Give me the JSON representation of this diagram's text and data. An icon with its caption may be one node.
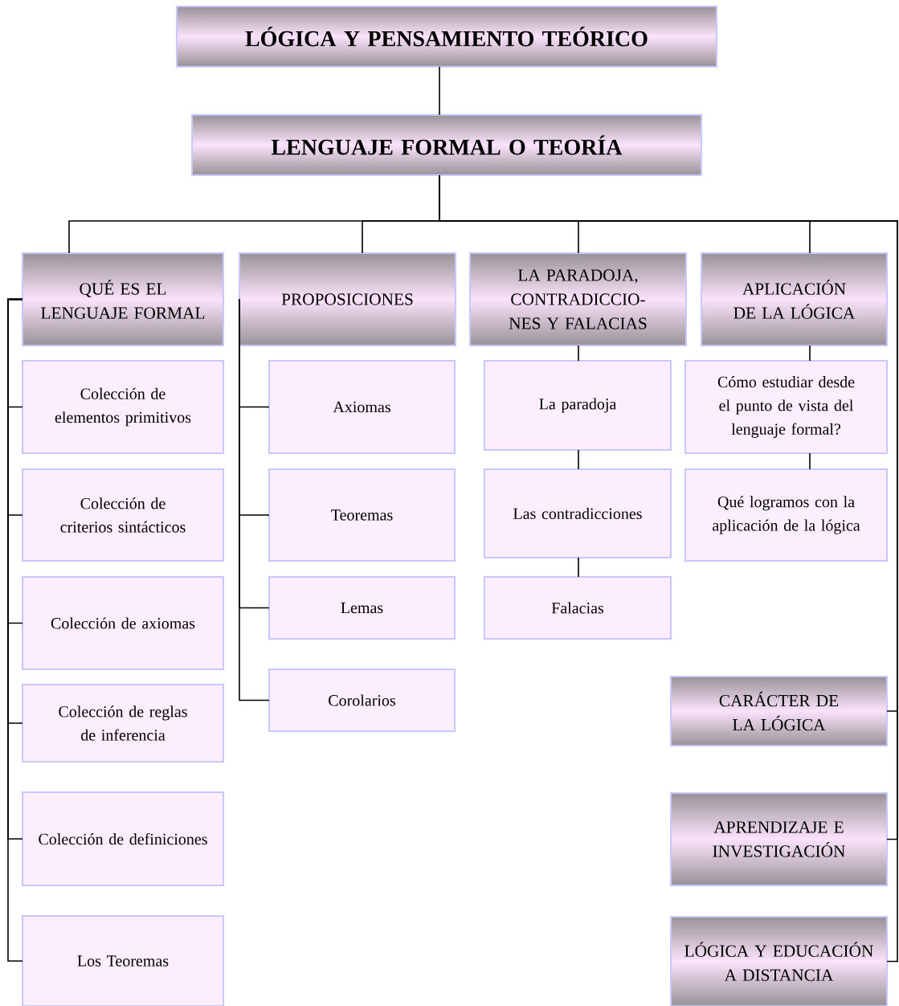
{
  "diagram": {
    "nodes": [
      {
        "text": [
          "LÓGICA Y PENSAMIENTO TEÓRICO"
        ]
      },
      {
        "text": [
          "LENGUAJE FORMAL O TEORÍA"
        ]
      },
      {
        "text": [
          "QUÉ ES EL LENGUAJE FORMAL"
        ]
      },
      {
        "text": [
          "PROPOSICIONES"
        ]
      },
      {
        "text": [
          "LA PARADOJA, CONTRADICCIO- NES Y FALACIAS"
        ]
      },
      {
        "text": [
          "APLICACIÓN DE LA LÓGICA"
        ]
      },
      {
        "text": [
          "Colección de elementos primitivos"
        ]
      },
      {
        "text": [
          "Colección de criterios sintácticos"
        ]
      },
      {
        "text": [
          "Colección de axiomas"
        ]
      },
      {
        "text": [
          "Colección de reglas de inferencia"
        ]
      },
      {
        "text": [
          "Colección de definiciones"
        ]
      },
      {
        "text": [
          "Los Teoremas"
        ]
      },
      {
        "text": [
          "Axiomas"
        ]
      },
      {
        "text": [
          "Teoremas"
        ]
      },
      {
        "text": [
          "Lemas"
        ]
      },
      {
        "text": [
          "Corolarios"
        ]
      },
      {
        "text": [
          "La paradoja"
        ]
      },
      {
        "text": [
          "Las contradicciones"
        ]
      },
      {
        "text": [
          "Falacias"
        ]
      },
      {
        "text": [
          "Cómo estudiar desde el punto de vista del lenguaje formal?"
        ]
      },
      {
        "text": [
          "Qué logramos con la aplicación de la lógica"
        ]
      },
      {
        "text": [
          "CARÁCTER DE LA LÓGICA"
        ]
      },
      {
        "text": [
          "APRENDIZAJE E INVESTIGACIÓN"
        ]
      },
      {
        "text": [
          "LÓGICA Y EDUCACIÓN A DISTANCIA"
        ]
      }
    ],
    "edges": [
      {
        "from": 0,
        "to": 1,
        "arrow": "none"
      },
      {
        "from": 1,
        "to": 2,
        "arrow": "none"
      },
      {
        "from": 1,
        "to": 3,
        "arrow": "none"
      },
      {
        "from": 1,
        "to": 4,
        "arrow": "none"
      },
      {
        "from": 1,
        "to": 5,
        "arrow": "none"
      },
      {
        "from": 1,
        "to": 21,
        "arrow": "none"
      },
      {
        "from": 1,
        "to": 22,
        "arrow": "none"
      },
      {
        "from": 1,
        "to": 23,
        "arrow": "none"
      },
      {
        "from": 2,
        "to": 6,
        "arrow": "none"
      },
      {
        "from": 2,
        "to": 7,
        "arrow": "none"
      },
      {
        "from": 2,
        "to": 8,
        "arrow": "none"
      },
      {
        "from": 2,
        "to": 9,
        "arrow": "none"
      },
      {
        "from": 2,
        "to": 10,
        "arrow": "none"
      },
      {
        "from": 2,
        "to": 11,
        "arrow": "none"
      },
      {
        "from": 3,
        "to": 12,
        "arrow": "none"
      },
      {
        "from": 3,
        "to": 13,
        "arrow": "none"
      },
      {
        "from": 3,
        "to": 14,
        "arrow": "none"
      },
      {
        "from": 3,
        "to": 15,
        "arrow": "none"
      },
      {
        "from": 4,
        "to": 16,
        "arrow": "none"
      },
      {
        "from": 16,
        "to": 17,
        "arrow": "none"
      },
      {
        "from": 17,
        "to": 18,
        "arrow": "none"
      },
      {
        "from": 5,
        "to": 19,
        "arrow": "none"
      },
      {
        "from": 19,
        "to": 20,
        "arrow": "none"
      }
    ]
  }
}
